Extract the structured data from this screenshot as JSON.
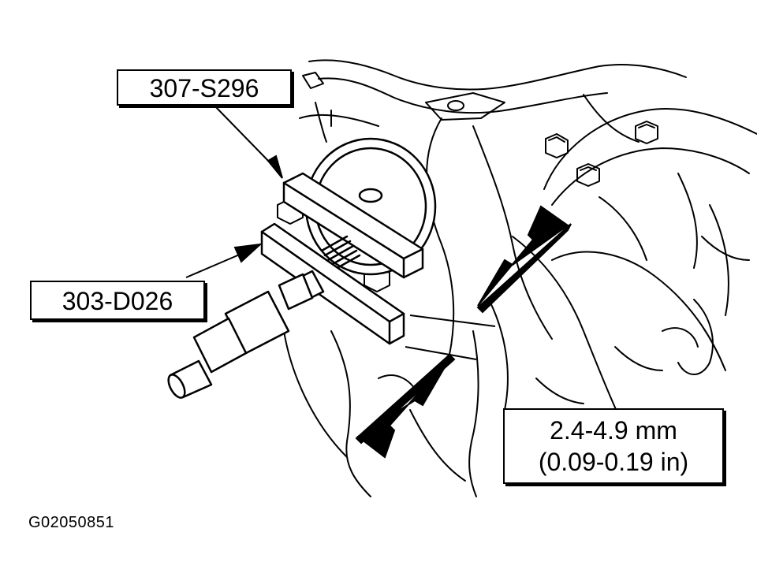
{
  "callouts": {
    "tool_upper": "307-S296",
    "tool_lower": "303-D026",
    "spec_metric": "2.4-4.9 mm",
    "spec_imperial": "(0.09-0.19 in)"
  },
  "figure_id": "G02050851"
}
